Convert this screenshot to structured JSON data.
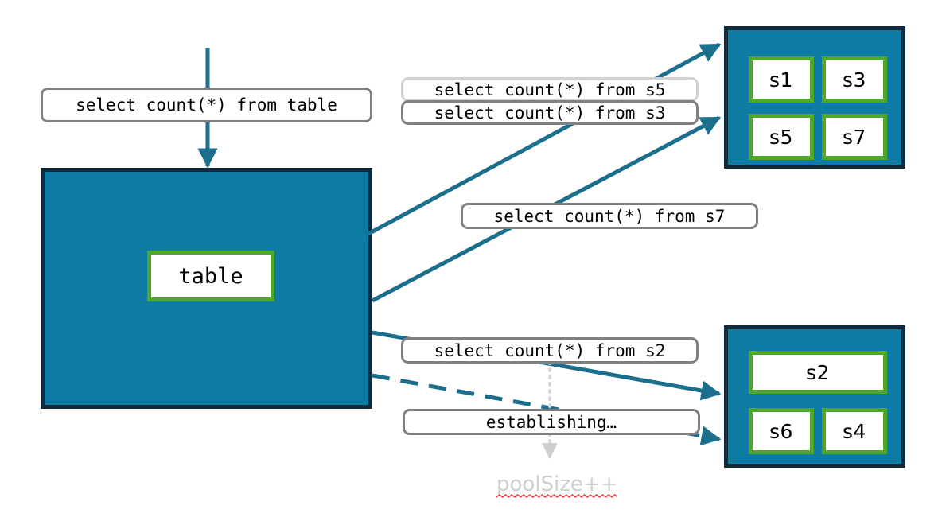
{
  "diagram": {
    "title": "connection-pool-query-routing",
    "colors": {
      "pool_fill": "#0E7BA4",
      "pool_border": "#102A3C",
      "node_border": "#4FA72C",
      "node_fill": "#FFFFFF",
      "edge": "#1B6E8C",
      "pill_border": "#808080",
      "pill_border_faded": "#D2D2D2",
      "note_text": "#CFCFCF",
      "spellcheck_underline": "#FF0000"
    }
  },
  "source_box": {
    "label": "table"
  },
  "entry_query": {
    "label": "select count(*) from table"
  },
  "pools": [
    {
      "name": "pool-top",
      "nodes": [
        {
          "label": "s1"
        },
        {
          "label": "s3"
        },
        {
          "label": "s5"
        },
        {
          "label": "s7"
        }
      ]
    },
    {
      "name": "pool-bottom",
      "nodes": [
        {
          "label": "s2"
        },
        {
          "label": "s6"
        },
        {
          "label": "s4"
        }
      ]
    }
  ],
  "queries": [
    {
      "id": "q-s5",
      "label": "select count(*) from s5",
      "state": "faded"
    },
    {
      "id": "q-s3",
      "label": "select count(*) from s3",
      "state": "normal"
    },
    {
      "id": "q-s7",
      "label": "select count(*) from s7",
      "state": "normal"
    },
    {
      "id": "q-s2",
      "label": "select count(*) from s2",
      "state": "normal"
    }
  ],
  "status": {
    "establishing_label": "establishing…",
    "pool_size_note": "poolSize++"
  }
}
